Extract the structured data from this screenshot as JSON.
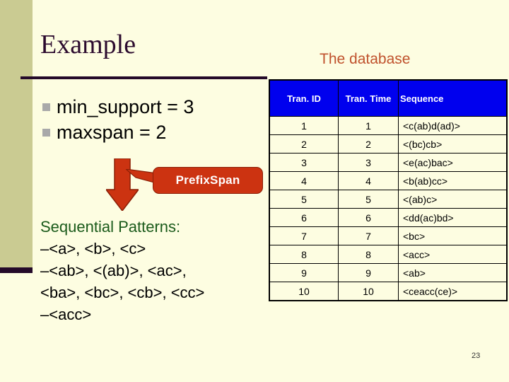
{
  "slide": {
    "title": "Example",
    "page_number": "23",
    "colors": {
      "background": "#fdfde1",
      "band": "#cacb92",
      "title": "#2c0b2e",
      "rule": "#240a29",
      "db_title": "#c0522d",
      "callout": "#cc3311",
      "header": "#0000ee",
      "patterns_heading": "#1a5a1a"
    }
  },
  "bullets": [
    {
      "label": "min_support = 3"
    },
    {
      "label": "maxspan = 2"
    }
  ],
  "callout": {
    "label": "PrefixSpan",
    "arrow_icon": "down-arrow-icon"
  },
  "patterns": {
    "heading": "Sequential Patterns:",
    "lines": [
      "–<a>, <b>, <c>",
      "–<ab>, <(ab)>, <ac>,",
      " <ba>, <bc>, <cb>, <cc>",
      "–<acc>"
    ]
  },
  "database": {
    "title": "The database",
    "columns": [
      "Tran. ID",
      "Tran. Time",
      "Sequence"
    ],
    "rows": [
      {
        "id": "1",
        "time": "1",
        "sequence": "<c(ab)d(ad)>"
      },
      {
        "id": "2",
        "time": "2",
        "sequence": "<(bc)cb>"
      },
      {
        "id": "3",
        "time": "3",
        "sequence": "<e(ac)bac>"
      },
      {
        "id": "4",
        "time": "4",
        "sequence": "<b(ab)cc>"
      },
      {
        "id": "5",
        "time": "5",
        "sequence": "<(ab)c>"
      },
      {
        "id": "6",
        "time": "6",
        "sequence": "<dd(ac)bd>"
      },
      {
        "id": "7",
        "time": "7",
        "sequence": "<bc>"
      },
      {
        "id": "8",
        "time": "8",
        "sequence": "<acc>"
      },
      {
        "id": "9",
        "time": "9",
        "sequence": "<ab>"
      },
      {
        "id": "10",
        "time": "10",
        "sequence": "<ceacc(ce)>"
      }
    ]
  }
}
